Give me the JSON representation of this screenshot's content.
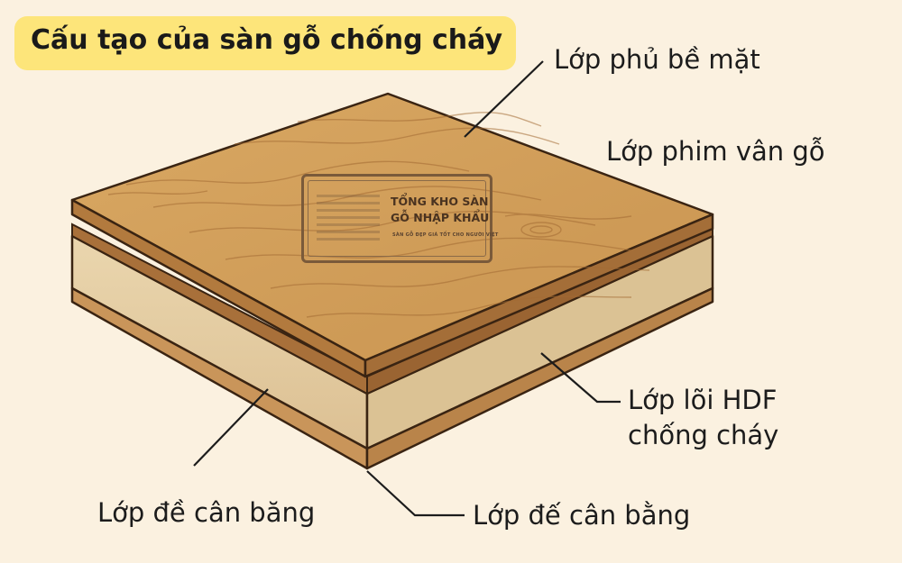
{
  "title": "Cấu tạo của sàn gỗ chống cháy",
  "labels": {
    "surface": "Lớp phủ bề mặt",
    "film": "Lớp phim vân gỗ",
    "core_line1": "Lớp lõi HDF",
    "core_line2": "chống cháy",
    "balance_left": "Lớp đề cân băng",
    "balance_right": "Lớp đế cân bằng"
  },
  "stamp": {
    "line1": "TỔNG KHO SÀN",
    "line2": "GỖ NHẬP KHẨU",
    "line3": "SÀN GỖ ĐẸP GIÁ TỐT CHO NGƯỜI VIỆT"
  },
  "colors": {
    "background": "#fbf1e0",
    "title_bg": "#fde57a",
    "wood_top": "#d6a25c",
    "core": "#e6cfa3",
    "outline": "#3a2412"
  }
}
